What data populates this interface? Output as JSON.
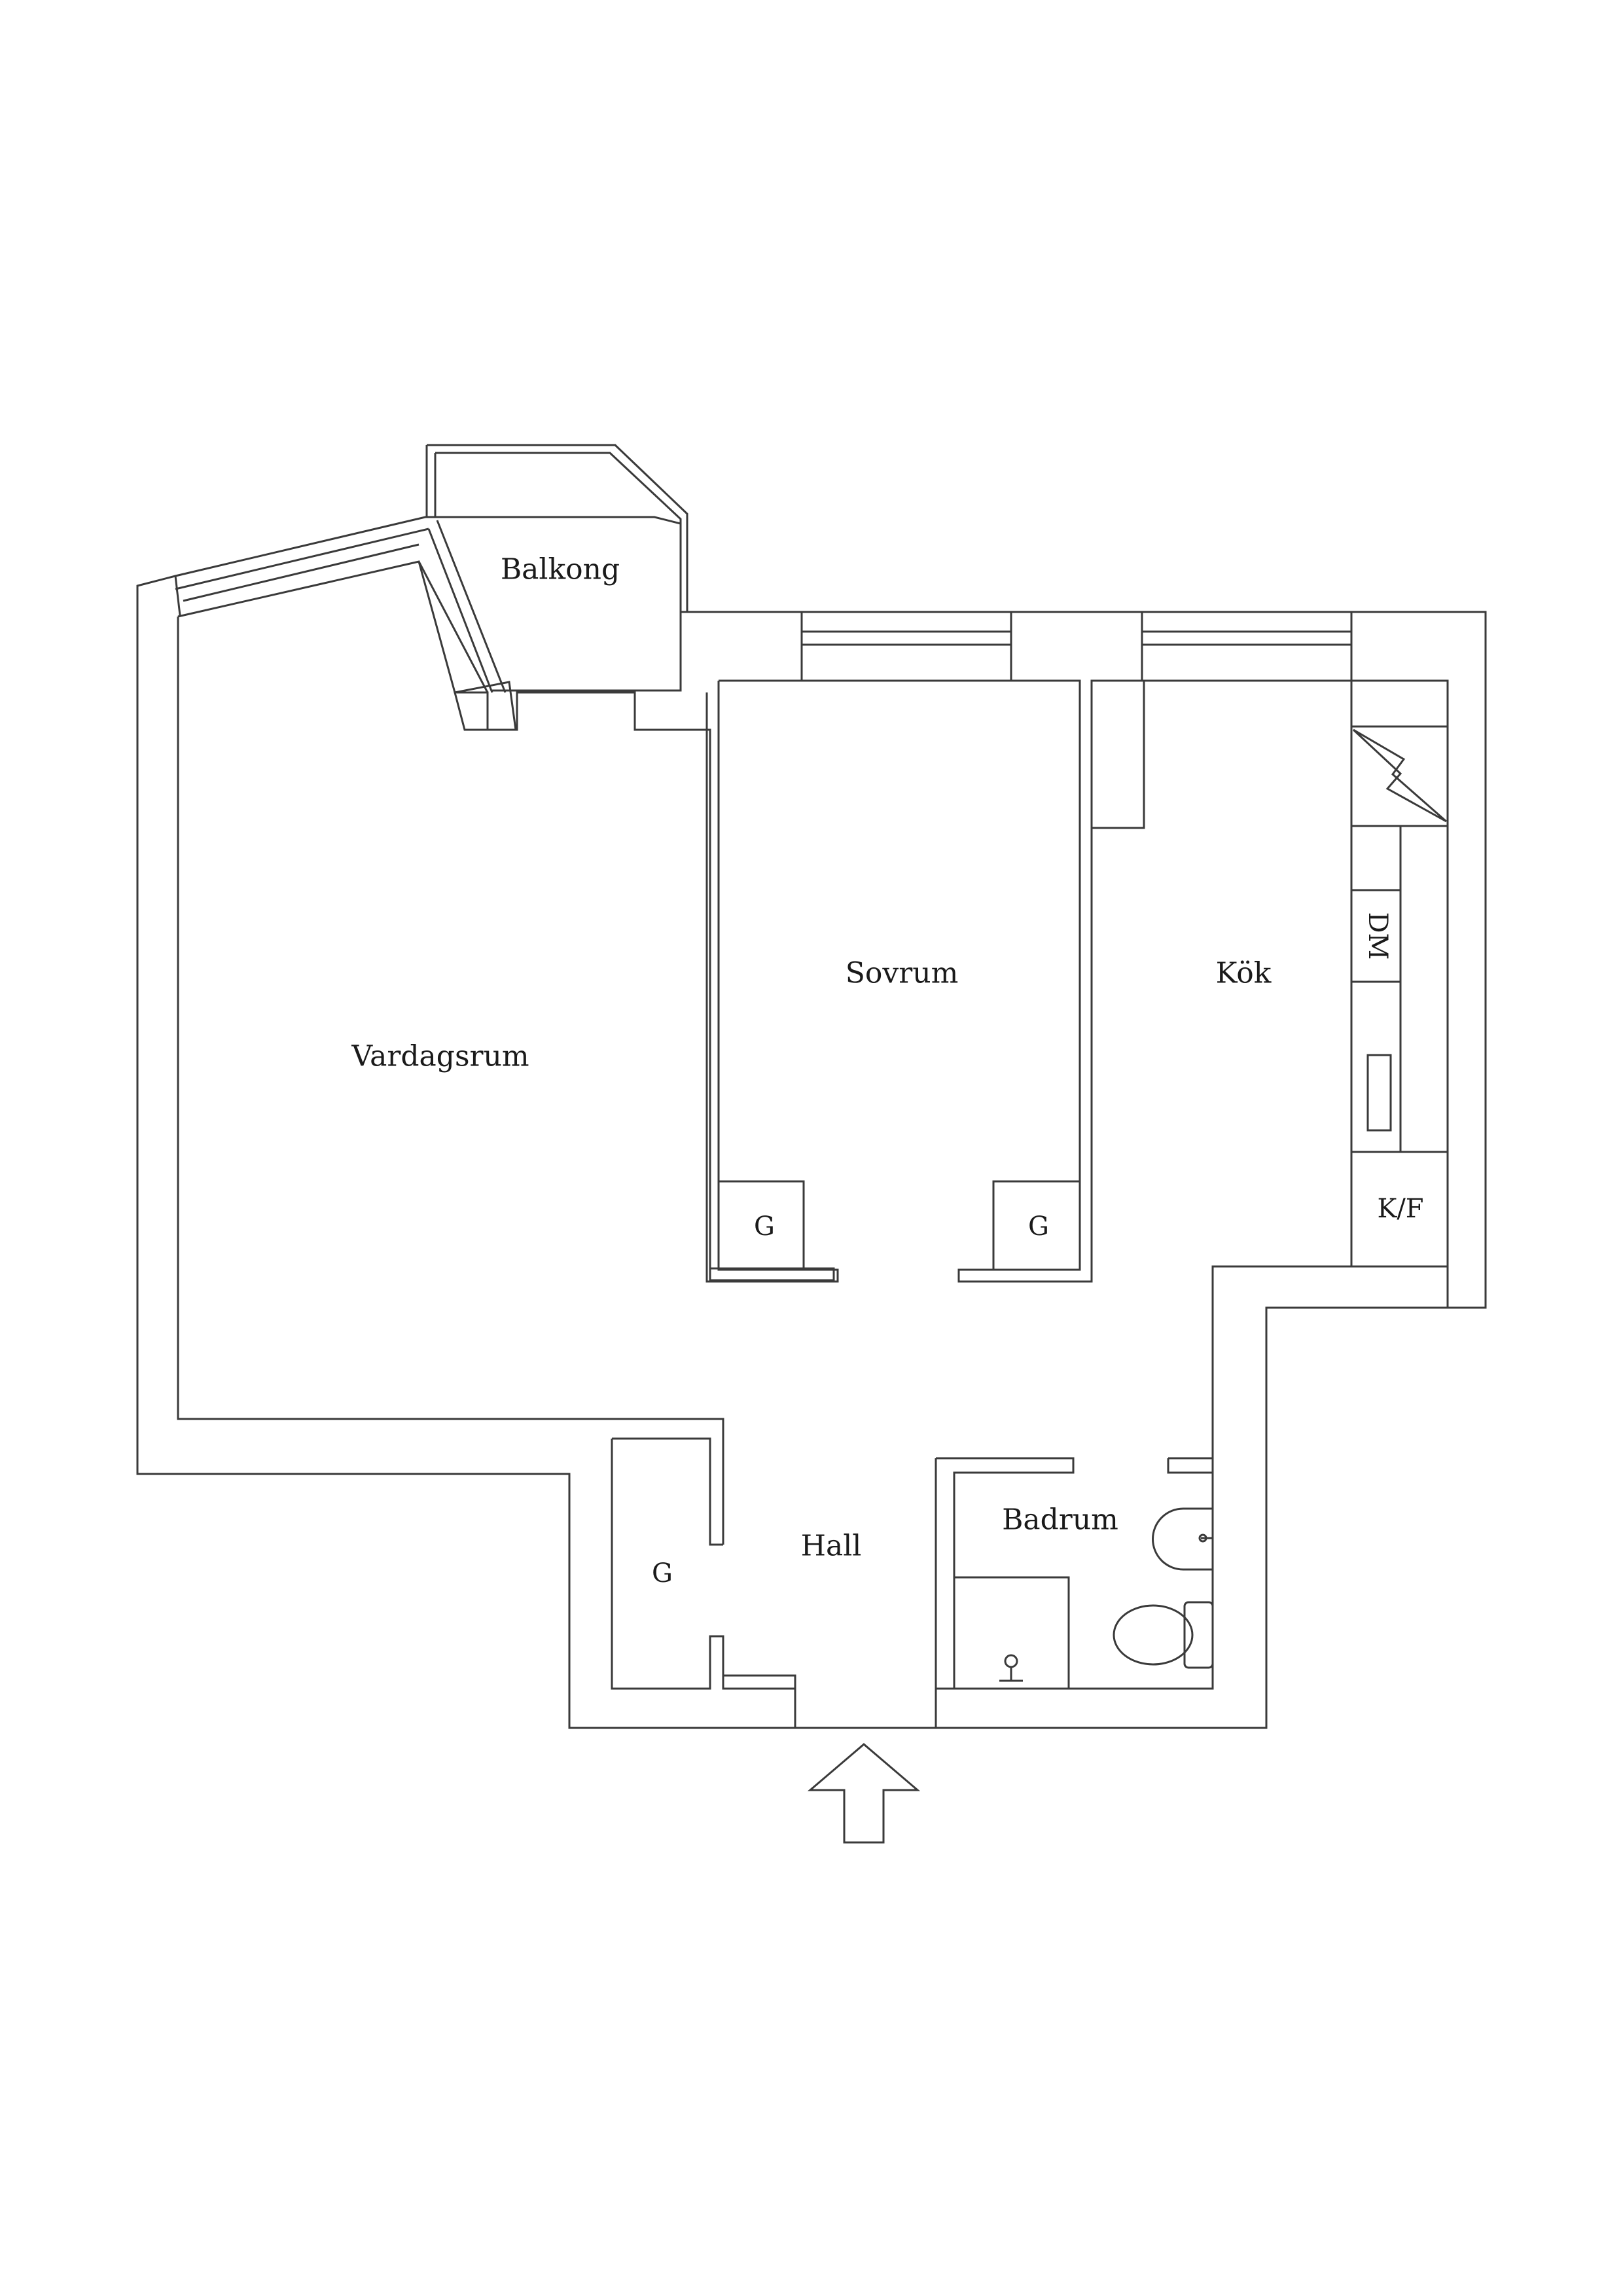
{
  "rooms": {
    "balcony": "Balkong",
    "living_room": "Vardagsrum",
    "bedroom": "Sovrum",
    "kitchen": "Kök",
    "hall": "Hall",
    "bathroom": "Badrum"
  },
  "fixtures": {
    "closet_living_room": "G",
    "closet_bedroom": "G",
    "closet_hall": "G",
    "dishwasher": "DM",
    "fridge_freezer": "K/F"
  },
  "icons": {
    "entrance": "entrance-arrow-icon",
    "stove": "stove-icon",
    "sink": "sink-icon",
    "toilet": "toilet-icon",
    "shower": "shower-icon"
  }
}
